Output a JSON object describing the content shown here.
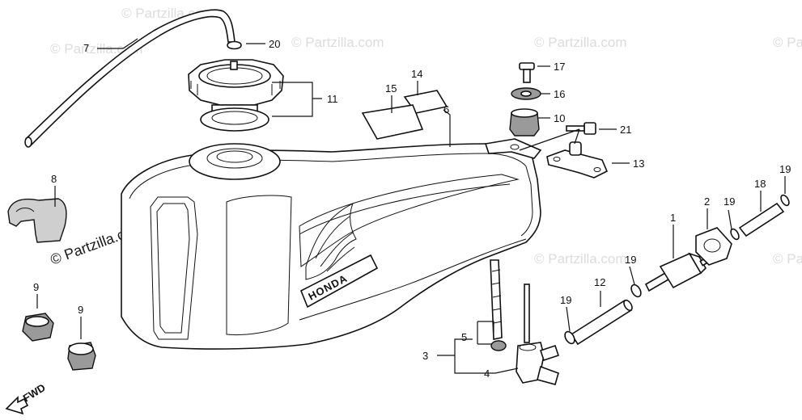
{
  "watermarks": {
    "text": "© Partzilla.com",
    "main": "© Partzilla.com"
  },
  "brand_text": "HONDA",
  "fwd_label": "FWD",
  "callouts": {
    "c1": "1",
    "c2": "2",
    "c3": "3",
    "c4": "4",
    "c5": "5",
    "c6": "6",
    "c7": "7",
    "c8": "8",
    "c9a": "9",
    "c9b": "9",
    "c10": "10",
    "c11": "11",
    "c12": "12",
    "c13": "13",
    "c14": "14",
    "c15": "15",
    "c16": "16",
    "c17": "17",
    "c18": "18",
    "c19a": "19",
    "c19b": "19",
    "c19c": "19",
    "c19d": "19",
    "c20": "20",
    "c21": "21"
  }
}
